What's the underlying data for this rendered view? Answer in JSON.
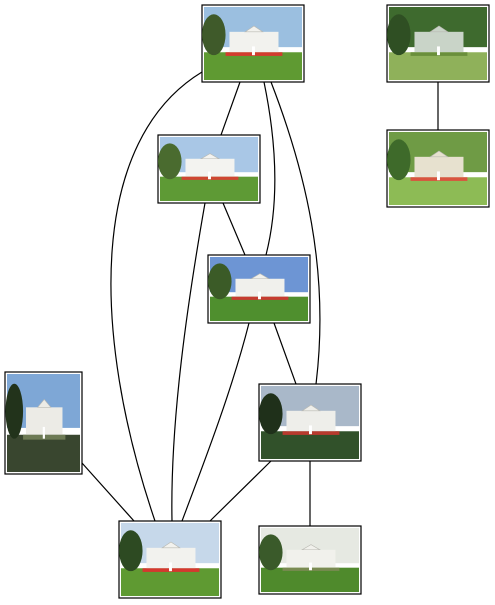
{
  "graph": {
    "nodes": [
      {
        "id": "n1",
        "subject": "white-house-north-lawn-fountain",
        "sky": "#9bbfe0",
        "building": "#f2f2ee",
        "lawn": "#5f9a32",
        "flowers": "#d23b2e",
        "trees": "#3f5a2a"
      },
      {
        "id": "n2",
        "subject": "garden-bench",
        "sky": "#3e6a2e",
        "building": "#c9d4c8",
        "lawn": "#8fb15a",
        "flowers": "#6a8f3b",
        "trees": "#2f4f23"
      },
      {
        "id": "n3",
        "subject": "white-house-wide",
        "sky": "#a9c7e6",
        "building": "#f3f3f0",
        "lawn": "#5e9a35",
        "flowers": "#cf4632",
        "trees": "#4a6b2f"
      },
      {
        "id": "n4",
        "subject": "flower-garden",
        "sky": "#6f9b45",
        "building": "#e7e1cf",
        "lawn": "#8dbb55",
        "flowers": "#d9543f",
        "trees": "#3e6a2a"
      },
      {
        "id": "n5",
        "subject": "white-house-fountain",
        "sky": "#6d95d4",
        "building": "#f0f0ec",
        "lawn": "#4f8f2e",
        "flowers": "#c63b30",
        "trees": "#3b5b27"
      },
      {
        "id": "n6",
        "subject": "white-house-tree-silhouette",
        "sky": "#7ea7d6",
        "building": "#ecebe6",
        "lawn": "#39462f",
        "flowers": "#6d7a55",
        "trees": "#22331b"
      },
      {
        "id": "n7",
        "subject": "white-house-dusk",
        "sky": "#a9b8c9",
        "building": "#eeeeea",
        "lawn": "#31512a",
        "flowers": "#b83a2e",
        "trees": "#1f301a"
      },
      {
        "id": "n8",
        "subject": "white-house-flowers",
        "sky": "#c6d8ea",
        "building": "#f2f2ee",
        "lawn": "#5f9a32",
        "flowers": "#d5382f",
        "trees": "#2d4a22"
      },
      {
        "id": "n9",
        "subject": "white-house-distant",
        "sky": "#e6e9e2",
        "building": "#f1f1ec",
        "lawn": "#4f8a2c",
        "flowers": "#7a8b52",
        "trees": "#3a5a2a"
      }
    ],
    "edges": [
      {
        "from": "n1",
        "to": "n3"
      },
      {
        "from": "n1",
        "to": "n5"
      },
      {
        "from": "n1",
        "to": "n7"
      },
      {
        "from": "n1",
        "to": "n8"
      },
      {
        "from": "n2",
        "to": "n4"
      },
      {
        "from": "n3",
        "to": "n5"
      },
      {
        "from": "n3",
        "to": "n8"
      },
      {
        "from": "n5",
        "to": "n7"
      },
      {
        "from": "n5",
        "to": "n8"
      },
      {
        "from": "n6",
        "to": "n8"
      },
      {
        "from": "n7",
        "to": "n8"
      },
      {
        "from": "n7",
        "to": "n9"
      }
    ]
  }
}
